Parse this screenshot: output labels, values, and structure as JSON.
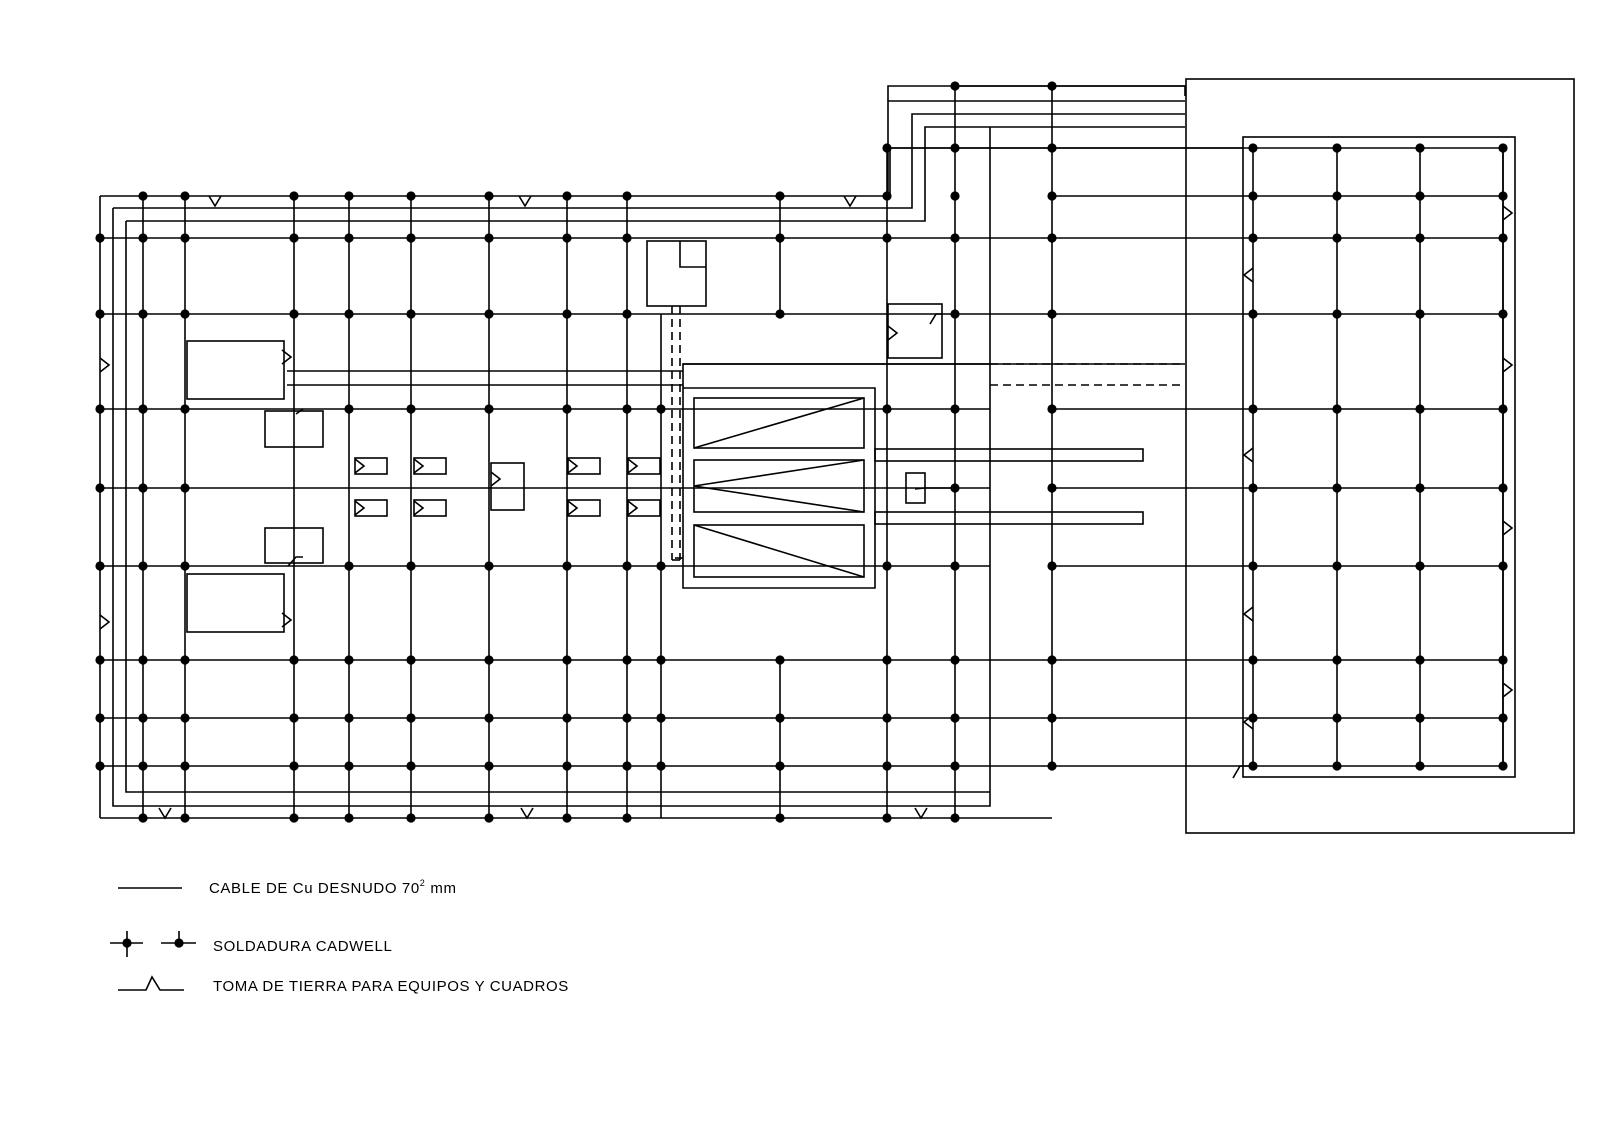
{
  "colors": {
    "ink": "#000000",
    "paper": "#ffffff"
  },
  "legend": {
    "cable": {
      "text": "CABLE DE Cu DESNUDO 70",
      "superscript": "2",
      "unit": "mm"
    },
    "weld": {
      "text": "SOLDADURA CADWELL"
    },
    "ground": {
      "text": "TOMA DE TIERRA PARA EQUIPOS Y CUADROS"
    }
  }
}
